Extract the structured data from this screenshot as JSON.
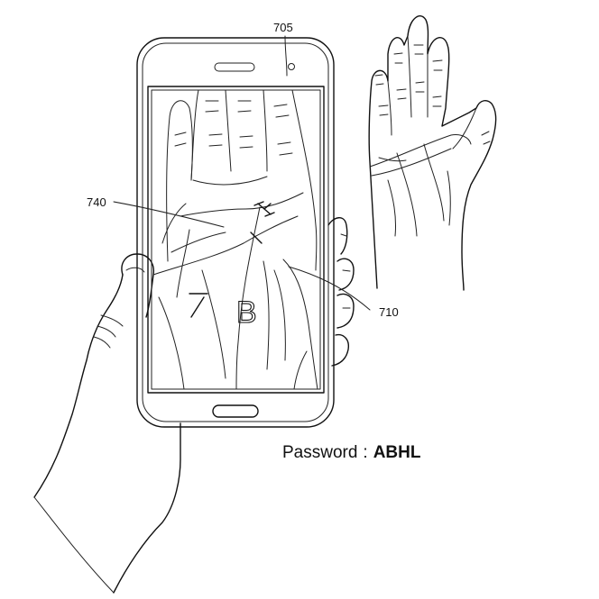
{
  "labels": {
    "ref_705": "705",
    "ref_710": "710",
    "ref_740": "740"
  },
  "screen_marks": {
    "letter_b": "B",
    "mark_h": "H",
    "mark_l": "L"
  },
  "password": {
    "label": "Password",
    "separator": ":",
    "value": "ABHL"
  }
}
